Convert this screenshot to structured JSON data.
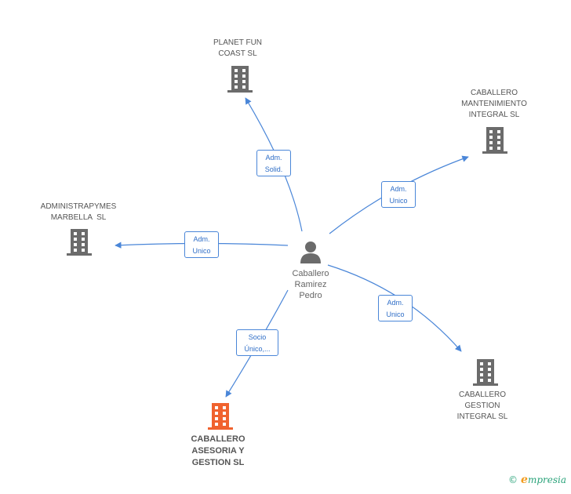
{
  "person": {
    "name_lines": [
      "Caballero",
      "Ramirez",
      "Pedro"
    ],
    "icon": "person-icon"
  },
  "companies": [
    {
      "id": "planet",
      "lines": [
        "PLANET FUN",
        "COAST SL"
      ],
      "icon": "building-icon"
    },
    {
      "id": "mantenimiento",
      "lines": [
        "CABALLERO",
        "MANTENIMIENTO",
        "INTEGRAL SL"
      ],
      "icon": "building-icon"
    },
    {
      "id": "administrapymes",
      "lines": [
        "ADMINISTRAPYMES",
        "MARBELLA  SL"
      ],
      "icon": "building-icon"
    },
    {
      "id": "gestion",
      "lines": [
        "CABALLERO",
        "GESTION",
        "INTEGRAL SL"
      ],
      "icon": "building-icon"
    },
    {
      "id": "asesoria",
      "lines": [
        "CABALLERO",
        "ASESORIA Y",
        "GESTION SL"
      ],
      "icon": "building-icon",
      "highlight": true
    }
  ],
  "relations": [
    {
      "to": "planet",
      "lines": [
        "Adm.",
        "Solid."
      ]
    },
    {
      "to": "mantenimiento",
      "lines": [
        "Adm.",
        "Unico"
      ]
    },
    {
      "to": "administrapymes",
      "lines": [
        "Adm.",
        "Unico"
      ]
    },
    {
      "to": "gestion",
      "lines": [
        "Adm.",
        "Unico"
      ]
    },
    {
      "to": "asesoria",
      "lines": [
        "Socio",
        "Único,..."
      ]
    }
  ],
  "colors": {
    "edge": "#4a86d8",
    "building": "#6b6b6b",
    "highlight": "#f0622e"
  },
  "footer": {
    "copyright": "©",
    "brand_initial": "e",
    "brand_rest": "mpresia"
  }
}
